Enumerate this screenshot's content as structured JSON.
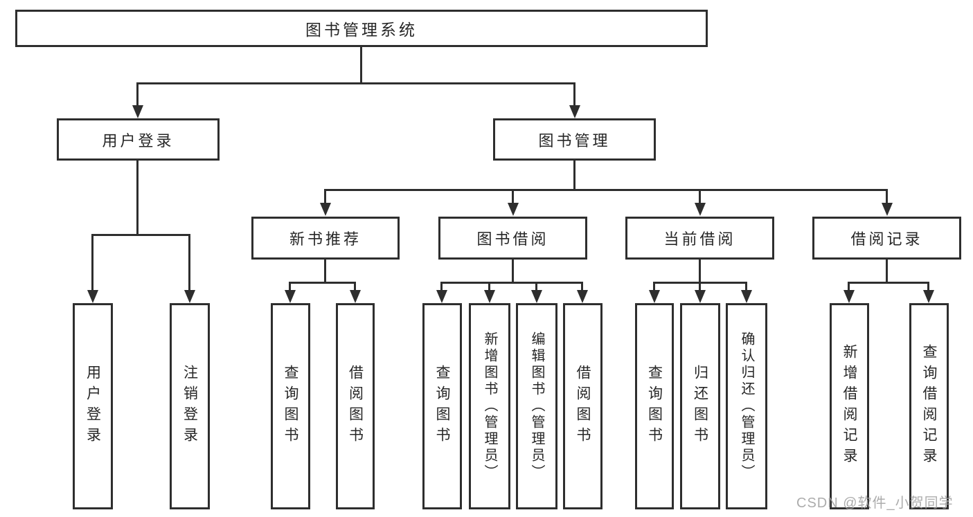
{
  "diagram": {
    "root": {
      "label": "图书管理系统"
    },
    "level2": [
      {
        "label": "用户登录"
      },
      {
        "label": "图书管理"
      }
    ],
    "level3": [
      {
        "label": "新书推荐",
        "parent": "图书管理"
      },
      {
        "label": "图书借阅",
        "parent": "图书管理"
      },
      {
        "label": "当前借阅",
        "parent": "图书管理"
      },
      {
        "label": "借阅记录",
        "parent": "图书管理"
      }
    ],
    "leaves": [
      {
        "label": "用户登录",
        "parent": "用户登录"
      },
      {
        "label": "注销登录",
        "parent": "用户登录"
      },
      {
        "label": "查询图书",
        "parent": "新书推荐"
      },
      {
        "label": "借阅图书",
        "parent": "新书推荐"
      },
      {
        "label": "查询图书",
        "parent": "图书借阅"
      },
      {
        "label": "新增图书（管理员）",
        "parent": "图书借阅"
      },
      {
        "label": "编辑图书（管理员）",
        "parent": "图书借阅"
      },
      {
        "label": "借阅图书",
        "parent": "图书借阅"
      },
      {
        "label": "查询图书",
        "parent": "当前借阅"
      },
      {
        "label": "归还图书",
        "parent": "当前借阅"
      },
      {
        "label": "确认归还（管理员）",
        "parent": "当前借阅"
      },
      {
        "label": "新增借阅记录",
        "parent": "借阅记录"
      },
      {
        "label": "查询借阅记录",
        "parent": "借阅记录"
      }
    ]
  },
  "watermark": {
    "text": "CSDN @软件_小贺同学"
  },
  "colors": {
    "line": "#2e2e2e",
    "text": "#262626",
    "background": "#ffffff",
    "watermark": "#9e9e9e"
  }
}
